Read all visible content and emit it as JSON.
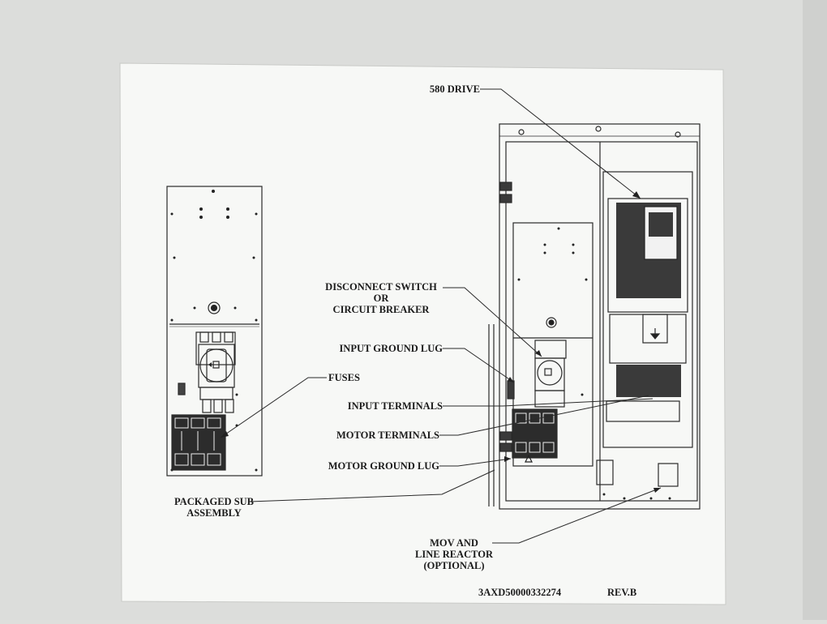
{
  "labels": {
    "drive": "580 DRIVE",
    "disconnect_1": "DISCONNECT SWITCH",
    "disconnect_2": "OR",
    "disconnect_3": "CIRCUIT BREAKER",
    "input_ground_lug": "INPUT GROUND LUG",
    "fuses": "FUSES",
    "input_terminals": "INPUT TERMINALS",
    "motor_terminals": "MOTOR TERMINALS",
    "motor_ground_lug": "MOTOR GROUND LUG",
    "packaged_1": "PACKAGED SUB",
    "packaged_2": "ASSEMBLY",
    "mov_1": "MOV AND",
    "mov_2": "LINE REACTOR",
    "mov_3": "(OPTIONAL)"
  },
  "footer": {
    "doc_number": "3AXD50000332274",
    "revision": "REV.B"
  },
  "colors": {
    "wall": "#dedfdc",
    "paper": "#f7f8f6",
    "ink": "#1b1b1b"
  }
}
